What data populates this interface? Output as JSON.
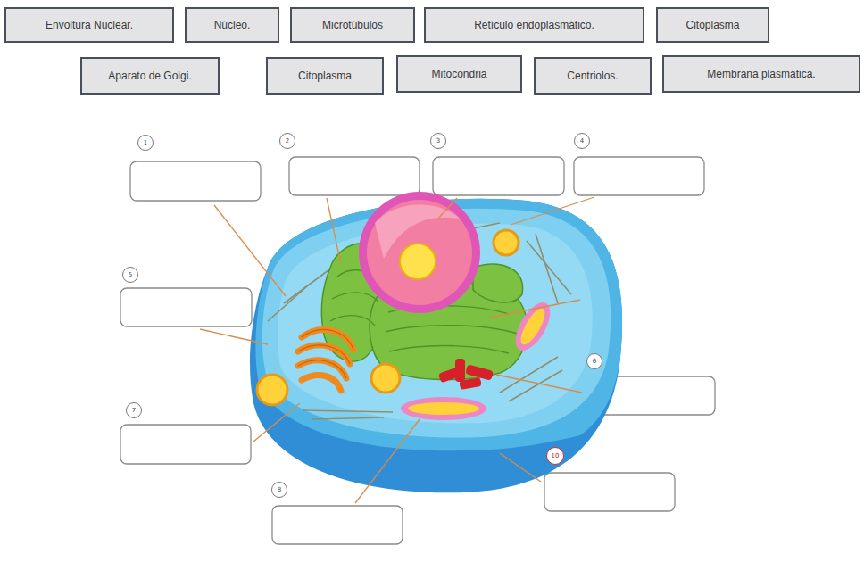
{
  "diagram": {
    "nodes": [
      {
        "text": [
          "Envoltura Nuclear."
        ]
      },
      {
        "text": [
          "Núcleo."
        ]
      },
      {
        "text": [
          "Microtúbulos"
        ]
      },
      {
        "text": [
          "Retículo endoplasmático."
        ]
      },
      {
        "text": [
          "Citoplasma"
        ]
      },
      {
        "text": [
          "Aparato de Golgi."
        ]
      },
      {
        "text": [
          "Citoplasma"
        ]
      },
      {
        "text": [
          "Mitocondria"
        ]
      },
      {
        "text": [
          "Centriolos."
        ]
      },
      {
        "text": [
          "Membrana plasmática."
        ]
      },
      {
        "text": [
          "1"
        ]
      },
      {
        "text": [
          "2"
        ]
      },
      {
        "text": [
          "3"
        ]
      },
      {
        "text": [
          "4"
        ]
      },
      {
        "text": [
          "5"
        ]
      },
      {
        "text": [
          "6"
        ]
      },
      {
        "text": [
          "7"
        ]
      },
      {
        "text": [
          "8"
        ]
      },
      {
        "text": [
          "10"
        ]
      }
    ]
  }
}
